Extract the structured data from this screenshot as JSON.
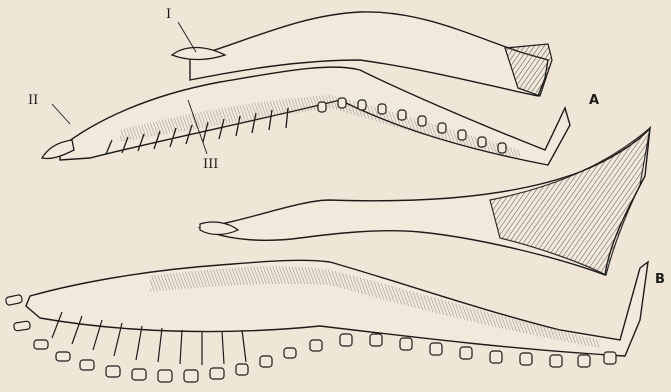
{
  "labels": {
    "one": "I",
    "two": "II",
    "three": "III",
    "fig_a": "A",
    "fig_b": "B"
  },
  "colors": {
    "paper": "#efe6d8",
    "ink": "#1d1b18",
    "shade": "#6f685f"
  }
}
